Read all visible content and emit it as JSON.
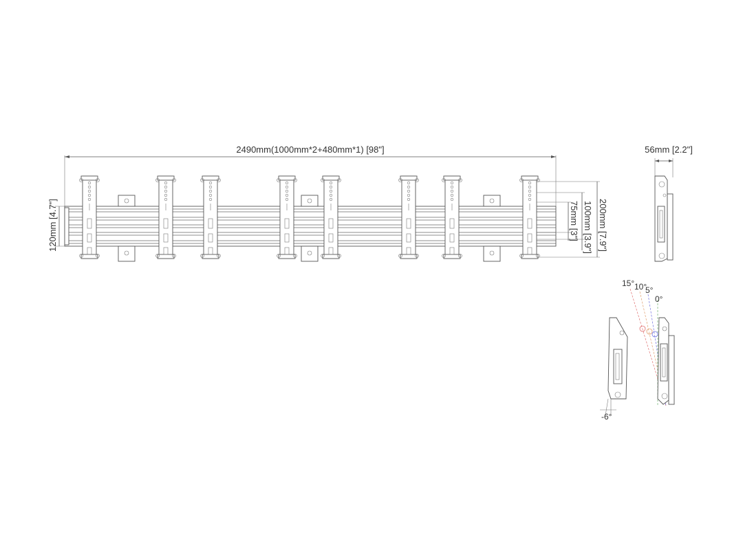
{
  "dimensions": {
    "overall_width": "2490mm(1000mm*2+480mm*1) [98\"]",
    "rail_height": "120mm [4.7\"]",
    "depth": "56mm [2.2\"]",
    "hole_200": "200mm [7.9\"]",
    "hole_100": "100mm [3.9\"]",
    "hole_75": "75mm [3\"]"
  },
  "tilt": {
    "angles": [
      "15°",
      "10°",
      "5°",
      "0°"
    ],
    "negative": "-6°"
  },
  "colors": {
    "line": "#555555",
    "tilt_15": "#e07070",
    "tilt_10": "#e0a070",
    "tilt_5": "#7070e0",
    "tilt_0": "#70b070"
  }
}
